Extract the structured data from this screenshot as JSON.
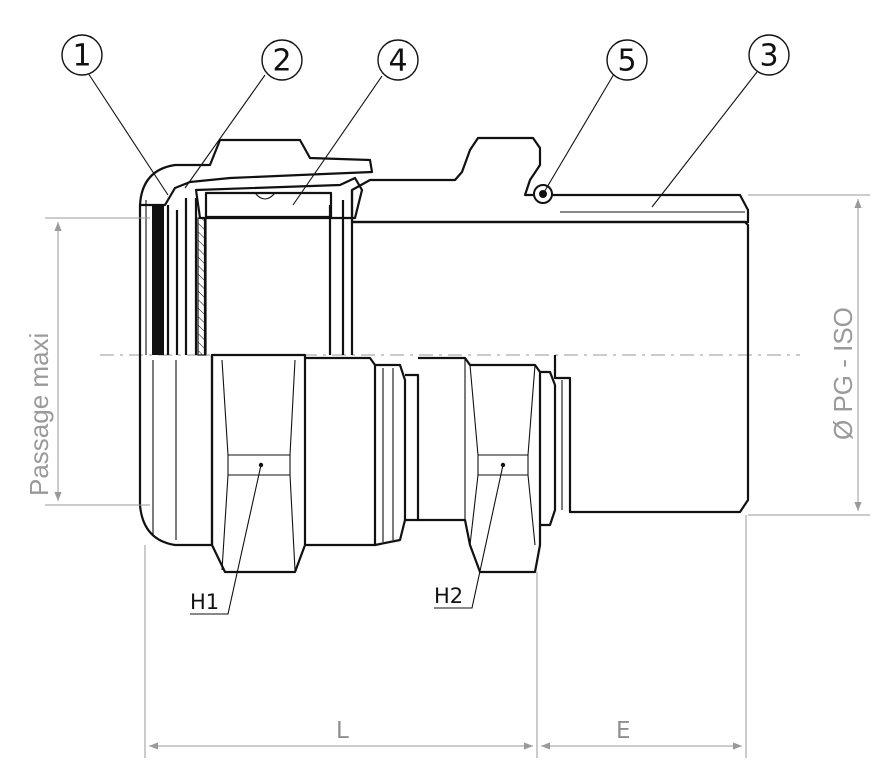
{
  "balloons": [
    {
      "key": "nut",
      "label": "1"
    },
    {
      "key": "seal",
      "label": "2"
    },
    {
      "key": "insert",
      "label": "4"
    },
    {
      "key": "oring",
      "label": "5"
    },
    {
      "key": "body",
      "label": "3"
    }
  ],
  "labels": {
    "h1": "H1",
    "h2": "H2",
    "length": "L",
    "thread_length": "E",
    "passage": "Passage maxi",
    "thread_diameter": "Ø PG - ISO"
  },
  "colors": {
    "line": "#111111",
    "dimension": "#9a9a9a",
    "background": "#ffffff"
  }
}
